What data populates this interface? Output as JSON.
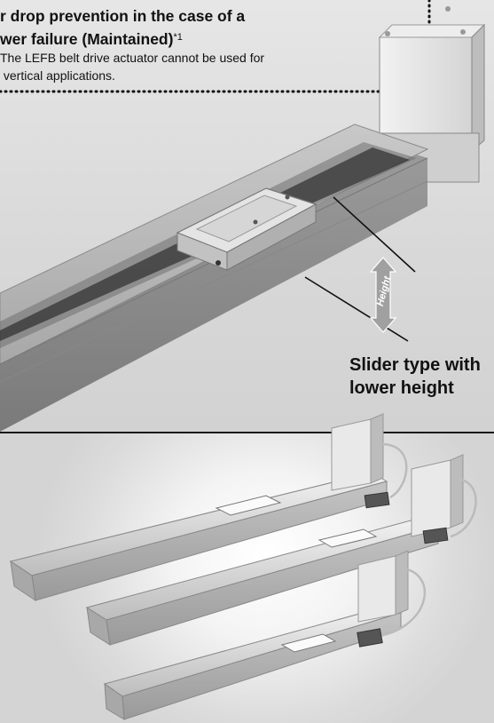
{
  "drop_prevention": {
    "title": "r drop prevention in the case of a\nwer failure (Maintained)",
    "footnote_mark": "*1",
    "note": "The LEFB belt drive actuator cannot be used for\n vertical applications."
  },
  "callout": {
    "label": "Slider type with\nlower height"
  },
  "dimension": {
    "label": "Height"
  },
  "colors": {
    "text": "#111111",
    "divider": "#1a1a1a",
    "dimension_arrow": "#9a9a9a"
  }
}
